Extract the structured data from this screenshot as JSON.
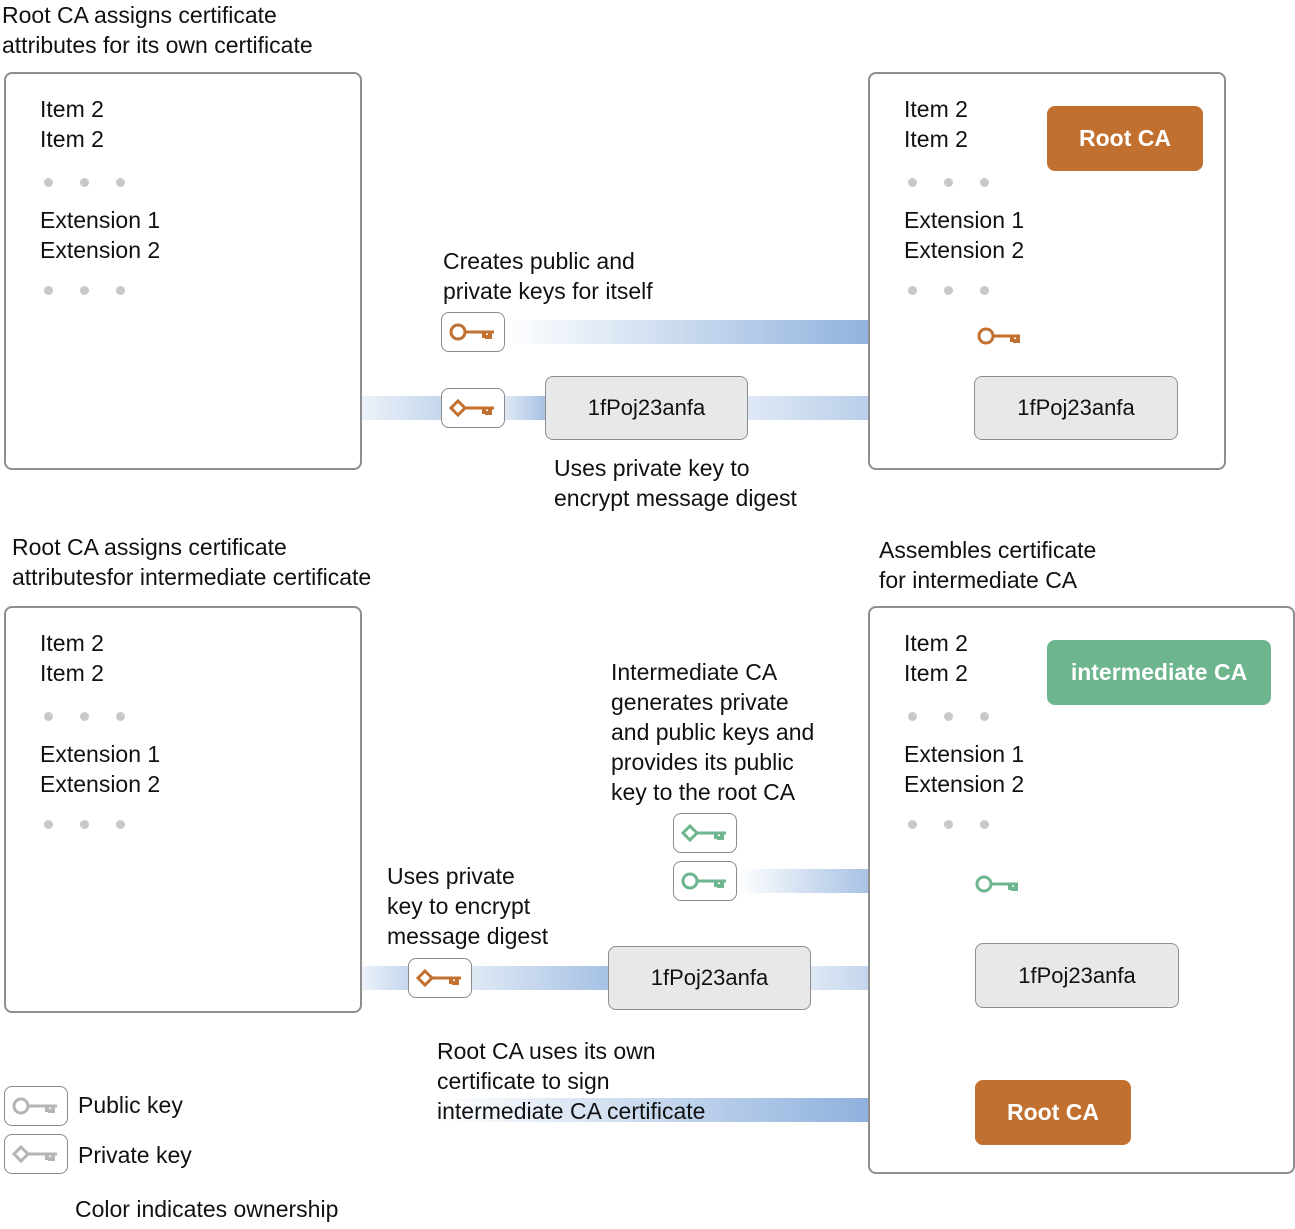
{
  "colors": {
    "root": "#c2702f",
    "intermediate": "#6db58d",
    "legend": "#b5b5b5",
    "arrow": "#7fa6d8"
  },
  "top": {
    "heading": "Root CA assigns certificate\nattributes for its own certificate",
    "left_cert": {
      "lines1": "Item 2\nItem 2",
      "lines2": "Extension 1\nExtension 2"
    },
    "right_cert": {
      "lines1": "Item 2\nItem 2",
      "lines2": "Extension 1\nExtension 2",
      "badge": "Root CA"
    },
    "creates_keys_label": "Creates public and\nprivate keys for itself",
    "digest_left": "1fPoj23anfa",
    "digest_right": "1fPoj23anfa",
    "encrypt_label": "Uses private key to\nencrypt message digest",
    "icons": {
      "public_key": "public-key-icon",
      "private_key": "private-key-icon"
    }
  },
  "bottom": {
    "heading": "Root CA assigns certificate\nattributesfor intermediate certificate",
    "assembles_label": "Assembles certificate\nfor intermediate CA",
    "left_cert": {
      "lines1": "Item 2\nItem 2",
      "lines2": "Extension 1\nExtension 2"
    },
    "right_cert": {
      "lines1": "Item 2\nItem 2",
      "lines2": "Extension 1\nExtension 2",
      "badge": "intermediate CA",
      "root_badge": "Root CA"
    },
    "intermediate_label": "Intermediate CA\ngenerates private\nand public keys and\nprovides its public\nkey to the root CA",
    "encrypt_label": "Uses private\nkey to encrypt\nmessage digest",
    "digest_left": "1fPoj23anfa",
    "digest_right": "1fPoj23anfa",
    "sign_label": "Root CA uses its own\ncertificate to sign\nintermediate CA certificate"
  },
  "legend": {
    "public_key": "Public key",
    "private_key": "Private key",
    "note": "Color indicates ownership"
  }
}
